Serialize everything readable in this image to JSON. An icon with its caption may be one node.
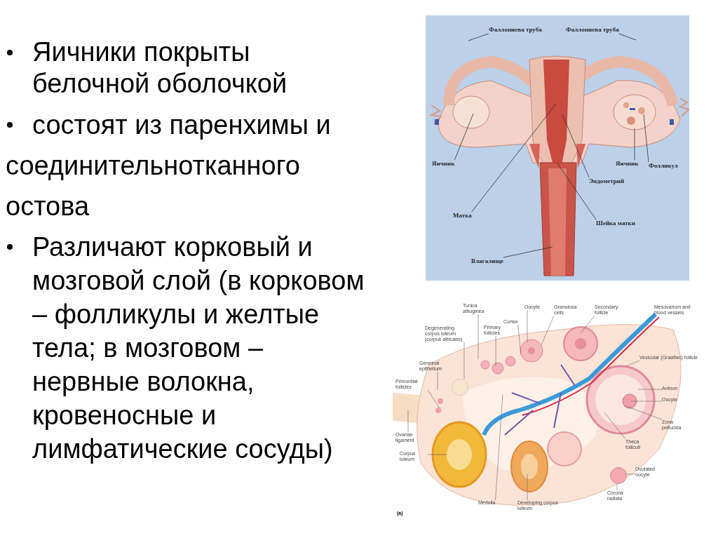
{
  "diagram": {
    "nodes": [
      {
        "text": [
          "Фаллопиева труба"
        ]
      },
      {
        "text": [
          "Фаллопиева труба"
        ]
      },
      {
        "text": [
          "Яичник"
        ]
      },
      {
        "text": [
          "Яичник"
        ]
      },
      {
        "text": [
          "Фолликул"
        ]
      },
      {
        "text": [
          "Эндометрий"
        ]
      },
      {
        "text": [
          "Матка"
        ]
      },
      {
        "text": [
          "Шейка матки"
        ]
      },
      {
        "text": [
          "Влагалище"
        ]
      },
      {
        "text": [
          "Tunica albuginea"
        ]
      },
      {
        "text": [
          "Cortex"
        ]
      },
      {
        "text": [
          "Oocyte"
        ]
      },
      {
        "text": [
          "Granulosa cells"
        ]
      },
      {
        "text": [
          "Secondary follicle"
        ]
      },
      {
        "text": [
          "Mesovarium and blood vessels"
        ]
      },
      {
        "text": [
          "Primary follicles"
        ]
      },
      {
        "text": [
          "Degenerating corpus luteum (corpus albicans)"
        ]
      },
      {
        "text": [
          "Germinal epithelium"
        ]
      },
      {
        "text": [
          "Vesicular (Graafian) follicle"
        ]
      },
      {
        "text": [
          "Primordial follicles"
        ]
      },
      {
        "text": [
          "Antrum"
        ]
      },
      {
        "text": [
          "Oocyte"
        ]
      },
      {
        "text": [
          "Zona pellucida"
        ]
      },
      {
        "text": [
          "Ovarian ligament"
        ]
      },
      {
        "text": [
          "Theca folliculi"
        ]
      },
      {
        "text": [
          "Corpus luteum"
        ]
      },
      {
        "text": [
          "Ovulated oocyte"
        ]
      },
      {
        "text": [
          "Corona radiata"
        ]
      },
      {
        "text": [
          "Medulla"
        ]
      },
      {
        "text": [
          "Developing corpus luteum"
        ]
      },
      {
        "text": [],
        "shape": "circle"
      },
      {
        "text": [],
        "shape": "circle"
      }
    ],
    "edges": [
      {
        "from": 0,
        "to": null,
        "arrow": "none"
      },
      {
        "from": 1,
        "to": null,
        "arrow": "none"
      },
      {
        "from": 2,
        "to": null,
        "arrow": "none"
      },
      {
        "from": 3,
        "to": null,
        "arrow": "none"
      },
      {
        "from": 4,
        "to": null,
        "arrow": "none"
      },
      {
        "from": 5,
        "to": null,
        "arrow": "none"
      },
      {
        "from": 6,
        "to": null,
        "arrow": "none"
      },
      {
        "from": 7,
        "to": null,
        "arrow": "none"
      },
      {
        "from": 8,
        "to": null,
        "arrow": "none"
      },
      {
        "from": 9,
        "to": null,
        "arrow": "none"
      },
      {
        "from": 10,
        "to": null,
        "arrow": "none"
      },
      {
        "from": 11,
        "to": null,
        "arrow": "none"
      },
      {
        "from": 12,
        "to": null,
        "arrow": "none"
      },
      {
        "from": 13,
        "to": null,
        "arrow": "none"
      },
      {
        "from": 14,
        "to": null,
        "arrow": "none"
      },
      {
        "from": 15,
        "to": null,
        "arrow": "none"
      },
      {
        "from": 16,
        "to": 30,
        "arrow": "none"
      },
      {
        "from": 17,
        "to": null,
        "arrow": "none"
      },
      {
        "from": 18,
        "to": null,
        "arrow": "none"
      },
      {
        "from": 19,
        "to": null,
        "arrow": "none"
      },
      {
        "from": 20,
        "to": null,
        "arrow": "none"
      },
      {
        "from": 21,
        "to": null,
        "arrow": "none"
      },
      {
        "from": 22,
        "to": null,
        "arrow": "none"
      },
      {
        "from": 23,
        "to": null,
        "arrow": "none"
      },
      {
        "from": 24,
        "to": null,
        "arrow": "none"
      },
      {
        "from": 25,
        "to": null,
        "arrow": "none"
      },
      {
        "from": 26,
        "to": 31,
        "arrow": "none"
      },
      {
        "from": 27,
        "to": 31,
        "arrow": "none"
      },
      {
        "from": 28,
        "to": null,
        "arrow": "none"
      },
      {
        "from": 29,
        "to": null,
        "arrow": "none"
      }
    ],
    "labels": [
      "Яичники покрыты белочной оболочкой",
      "состоят из паренхимы и соединительнотканного остова",
      "Различают корковый и мозговой слой (в корковом – фолликулы и желтые тела; в мозговом – нервные волокна, кровеносные и лимфатические сосуды)",
      "(a)"
    ]
  }
}
